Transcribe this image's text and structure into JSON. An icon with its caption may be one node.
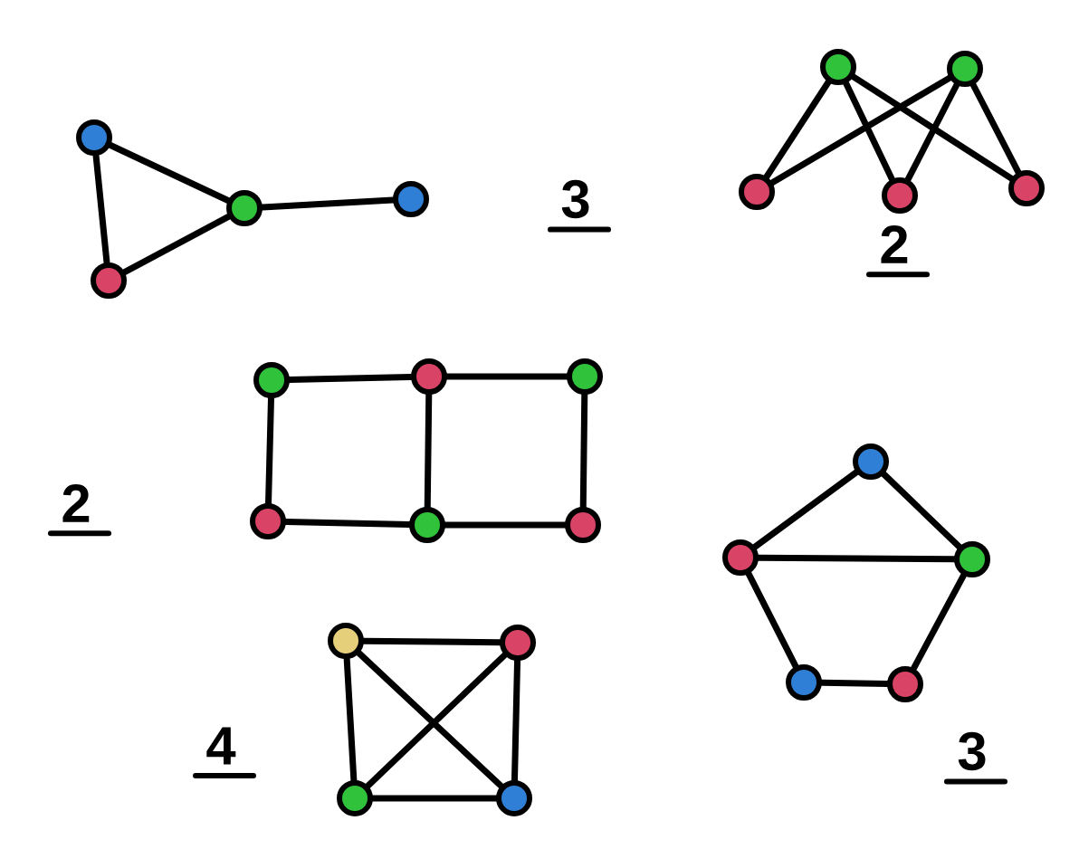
{
  "diagram": {
    "nodes": [
      {
        "text": [],
        "shape": "circle"
      },
      {
        "text": [],
        "shape": "circle"
      },
      {
        "text": [],
        "shape": "circle"
      },
      {
        "text": [],
        "shape": "circle"
      },
      {
        "text": [],
        "shape": "circle"
      },
      {
        "text": [],
        "shape": "circle"
      },
      {
        "text": [],
        "shape": "circle"
      },
      {
        "text": [],
        "shape": "circle"
      },
      {
        "text": [],
        "shape": "circle"
      },
      {
        "text": [],
        "shape": "circle"
      },
      {
        "text": [],
        "shape": "circle"
      },
      {
        "text": [],
        "shape": "circle"
      },
      {
        "text": [],
        "shape": "circle"
      },
      {
        "text": [],
        "shape": "circle"
      },
      {
        "text": [],
        "shape": "circle"
      },
      {
        "text": [],
        "shape": "circle"
      },
      {
        "text": [],
        "shape": "circle"
      },
      {
        "text": [],
        "shape": "circle"
      },
      {
        "text": [],
        "shape": "circle"
      },
      {
        "text": [],
        "shape": "circle"
      },
      {
        "text": [],
        "shape": "circle"
      },
      {
        "text": [],
        "shape": "circle"
      },
      {
        "text": [],
        "shape": "circle"
      },
      {
        "text": [],
        "shape": "circle"
      }
    ],
    "edges": [
      {
        "from": 0,
        "to": 1,
        "arrow": "none"
      },
      {
        "from": 0,
        "to": 2,
        "arrow": "none"
      },
      {
        "from": 2,
        "to": 1,
        "arrow": "none"
      },
      {
        "from": 1,
        "to": 3,
        "arrow": "none"
      },
      {
        "from": 4,
        "to": 6,
        "arrow": "none"
      },
      {
        "from": 4,
        "to": 7,
        "arrow": "none"
      },
      {
        "from": 4,
        "to": 8,
        "arrow": "none"
      },
      {
        "from": 5,
        "to": 6,
        "arrow": "none"
      },
      {
        "from": 5,
        "to": 7,
        "arrow": "none"
      },
      {
        "from": 5,
        "to": 8,
        "arrow": "none"
      },
      {
        "from": 9,
        "to": 10,
        "arrow": "none"
      },
      {
        "from": 10,
        "to": 11,
        "arrow": "none"
      },
      {
        "from": 12,
        "to": 13,
        "arrow": "none"
      },
      {
        "from": 13,
        "to": 14,
        "arrow": "none"
      },
      {
        "from": 9,
        "to": 12,
        "arrow": "none"
      },
      {
        "from": 10,
        "to": 13,
        "arrow": "none"
      },
      {
        "from": 11,
        "to": 14,
        "arrow": "none"
      },
      {
        "from": 15,
        "to": 16,
        "arrow": "none"
      },
      {
        "from": 15,
        "to": 17,
        "arrow": "none"
      },
      {
        "from": 15,
        "to": 18,
        "arrow": "none"
      },
      {
        "from": 16,
        "to": 17,
        "arrow": "none"
      },
      {
        "from": 16,
        "to": 18,
        "arrow": "none"
      },
      {
        "from": 17,
        "to": 18,
        "arrow": "none"
      },
      {
        "from": 19,
        "to": 20,
        "arrow": "none"
      },
      {
        "from": 19,
        "to": 21,
        "arrow": "none"
      },
      {
        "from": 20,
        "to": 21,
        "arrow": "none"
      },
      {
        "from": 20,
        "to": 22,
        "arrow": "none"
      },
      {
        "from": 22,
        "to": 23,
        "arrow": "none"
      },
      {
        "from": 23,
        "to": 21,
        "arrow": "none"
      }
    ],
    "labels": [
      "3",
      "2",
      "2",
      "4",
      "3"
    ]
  }
}
